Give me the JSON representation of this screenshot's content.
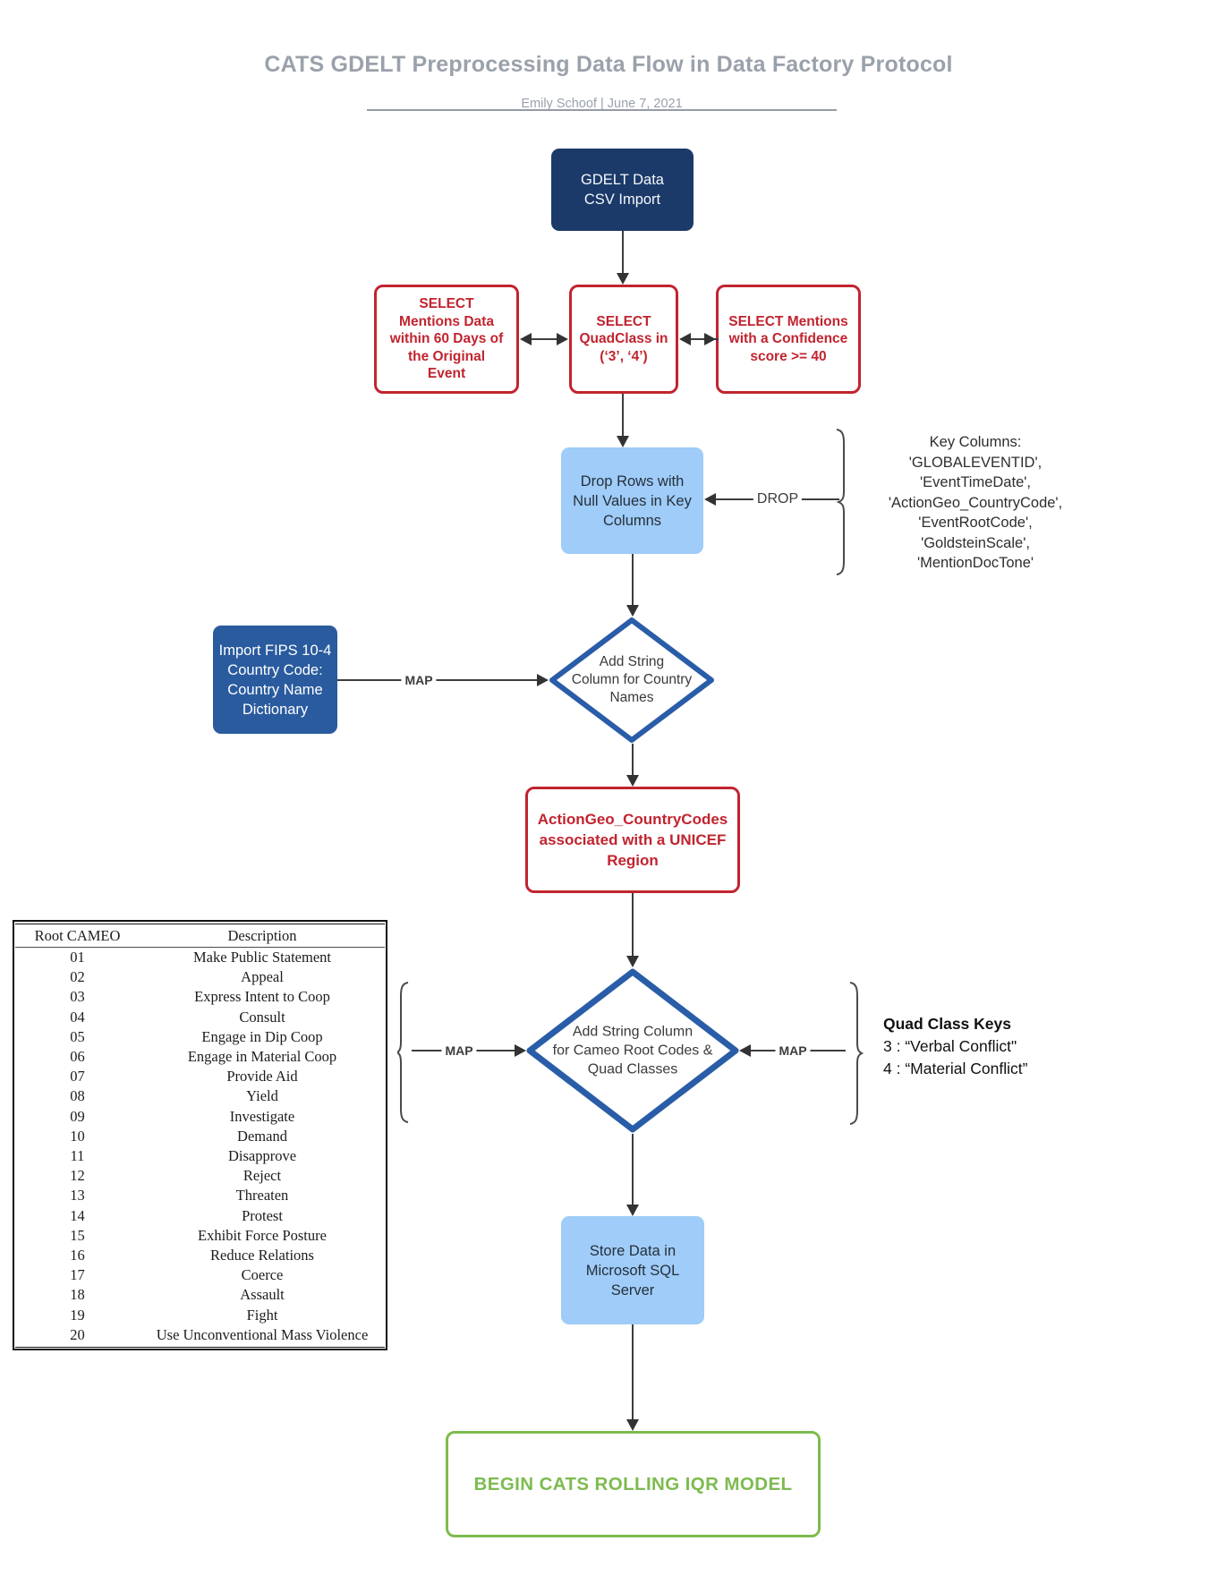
{
  "header": {
    "title": "CATS GDELT Preprocessing Data Flow in Data Factory Protocol",
    "byline": "Emily Schoof  |  June 7, 2021"
  },
  "nodes": {
    "gdelt_import": "GDELT Data\nCSV Import",
    "select_mentions": "SELECT\nMentions Data\nwithin 60 Days of\nthe Original\nEvent",
    "select_quadclass": "SELECT\nQuadClass in\n(‘3’, ‘4’)",
    "select_confidence": "SELECT Mentions\nwith a Confidence\nscore >= 40",
    "drop_nulls": "Drop Rows with\nNull Values in Key\nColumns",
    "import_fips": "Import FIPS 10-4\nCountry Code:\nCountry Name\nDictionary",
    "add_country_names": "Add String\nColumn for Country\nNames",
    "actiongeo_unicef": "ActionGeo_CountryCodes\nassociated with a UNICEF\nRegion",
    "add_cameo_quad": "Add String Column\nfor Cameo Root Codes &\nQuad Classes",
    "store_sql": "Store Data in\nMicrosoft SQL\nServer",
    "begin_model": "BEGIN CATS ROLLING IQR MODEL"
  },
  "edge_labels": {
    "drop": "DROP",
    "map_fips": "MAP",
    "map_cameo": "MAP",
    "map_quadkeys": "MAP"
  },
  "key_columns_note": {
    "heading": "Key Columns:",
    "items": [
      "'GLOBALEVENTID',",
      "'EventTimeDate',",
      "'ActionGeo_CountryCode',",
      "'EventRootCode',",
      "'GoldsteinScale',",
      "'MentionDocTone'"
    ]
  },
  "quad_class_keys": {
    "heading": "Quad Class Keys",
    "items": [
      "3 : “Verbal Conflict\"",
      "4 : “Material Conflict”"
    ]
  },
  "cameo_table": {
    "headers": [
      "Root CAMEO",
      "Description"
    ],
    "rows": [
      [
        "01",
        "Make Public Statement"
      ],
      [
        "02",
        "Appeal"
      ],
      [
        "03",
        "Express Intent to Coop"
      ],
      [
        "04",
        "Consult"
      ],
      [
        "05",
        "Engage in Dip Coop"
      ],
      [
        "06",
        "Engage in Material Coop"
      ],
      [
        "07",
        "Provide Aid"
      ],
      [
        "08",
        "Yield"
      ],
      [
        "09",
        "Investigate"
      ],
      [
        "10",
        "Demand"
      ],
      [
        "11",
        "Disapprove"
      ],
      [
        "12",
        "Reject"
      ],
      [
        "13",
        "Threaten"
      ],
      [
        "14",
        "Protest"
      ],
      [
        "15",
        "Exhibit Force Posture"
      ],
      [
        "16",
        "Reduce Relations"
      ],
      [
        "17",
        "Coerce"
      ],
      [
        "18",
        "Assault"
      ],
      [
        "19",
        "Fight"
      ],
      [
        "20",
        "Use Unconventional Mass Violence"
      ]
    ]
  },
  "colors": {
    "navy": "#1b3a69",
    "blue": "#2a5b9e",
    "light_blue": "#9fccf8",
    "red": "#c1242f",
    "green": "#7dbb4f",
    "diamond_border": "#2a5da8"
  }
}
